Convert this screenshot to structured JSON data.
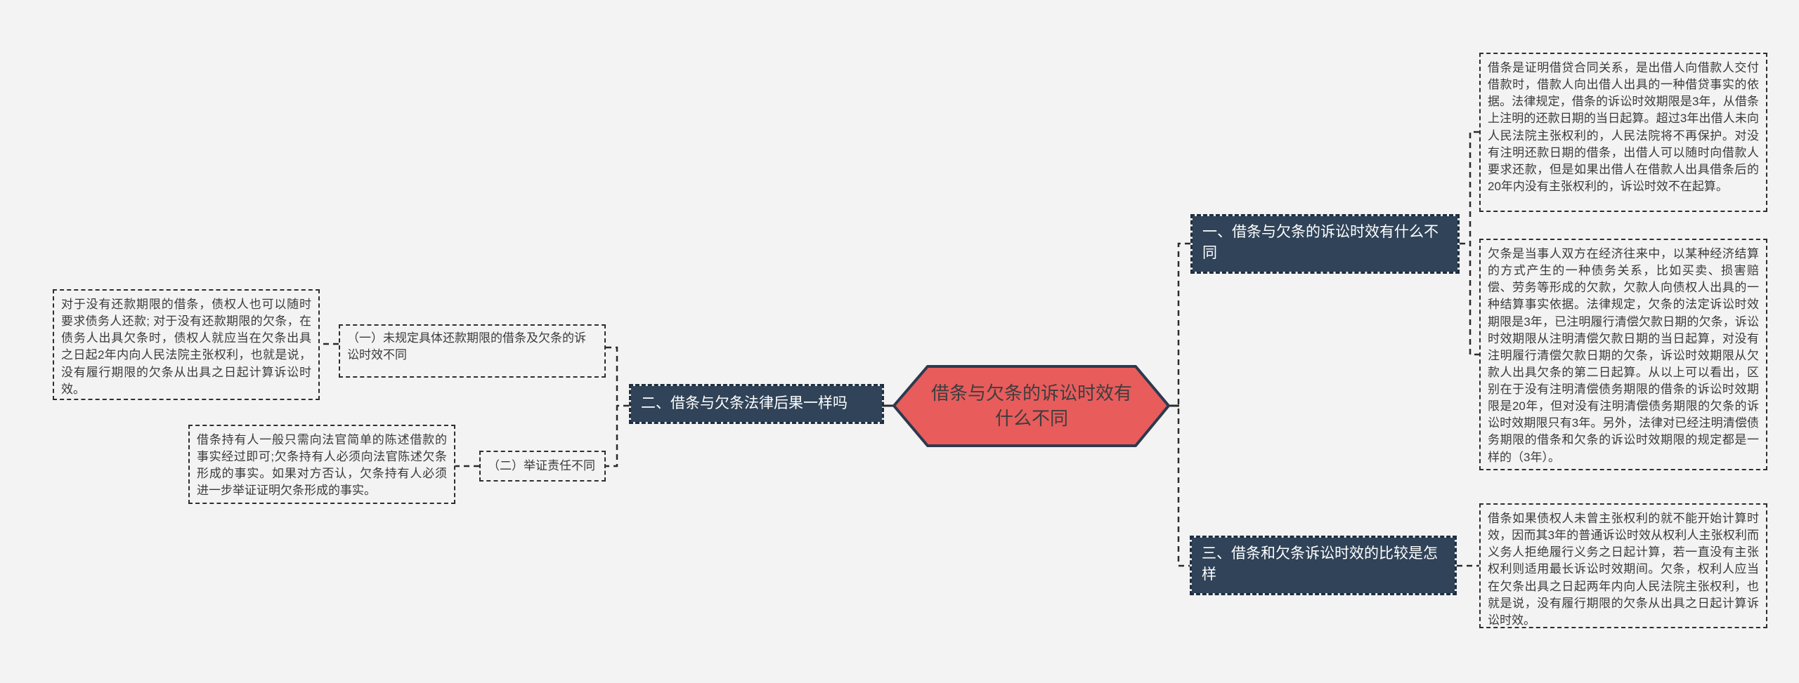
{
  "diagram": {
    "type": "mindmap",
    "center": {
      "title": "借条与欠条的诉讼时效有什么不同"
    },
    "left_branch": {
      "topic": "二、借条与欠条法律后果一样吗",
      "children": [
        {
          "label": "（一）未规定具体还款期限的借条及欠条的诉讼时效不同",
          "note": "对于没有还款期限的借条，债权人也可以随时要求债务人还款; 对于没有还款期限的欠条，在债务人出具欠条时，债权人就应当在欠条出具之日起2年内向人民法院主张权利，也就是说，没有履行期限的欠条从出具之日起计算诉讼时效。"
        },
        {
          "label": "（二）举证责任不同",
          "note": "借条持有人一般只需向法官简单的陈述借款的事实经过即可;欠条持有人必须向法官陈述欠条形成的事实。如果对方否认，欠条持有人必须进一步举证证明欠条形成的事实。"
        }
      ]
    },
    "right_branches": [
      {
        "topic": "一、借条与欠条的诉讼时效有什么不同",
        "notes": [
          "借条是证明借贷合同关系，是出借人向借款人交付借款时，借款人向出借人出具的一种借贷事实的依据。法律规定，借条的诉讼时效期限是3年，从借条上注明的还款日期的当日起算。超过3年出借人未向人民法院主张权利的，人民法院将不再保护。对没有注明还款日期的借条，出借人可以随时向借款人要求还款，但是如果出借人在借款人出具借条后的20年内没有主张权利的，诉讼时效不在起算。",
          "欠条是当事人双方在经济往来中，以某种经济结算的方式产生的一种债务关系，比如买卖、损害赔偿、劳务等形成的欠款，欠款人向债权人出具的一种结算事实依据。法律规定，欠条的法定诉讼时效期限是3年，已注明履行清偿欠款日期的欠条，诉讼时效期限从注明清偿欠款日期的当日起算，对没有注明履行清偿欠款日期的欠条，诉讼时效期限从欠款人出具欠条的第二日起算。从以上可以看出，区别在于没有注明清偿债务期限的借条的诉讼时效期限是20年，但对没有注明清偿债务期限的欠条的诉讼时效期限只有3年。另外，法律对已经注明清偿债务期限的借条和欠条的诉讼时效期限的规定都是一样的（3年）。"
        ]
      },
      {
        "topic": "三、借条和欠条诉讼时效的比较是怎样",
        "notes": [
          "借条如果债权人未曾主张权利的就不能开始计算时效，因而其3年的普通诉讼时效从权利人主张权利而义务人拒绝履行义务之日起计算，若一直没有主张权利则适用最长诉讼时效期间。欠条，权利人应当在欠条出具之日起两年内向人民法院主张权利，也就是说，没有履行期限的欠条从出具之日起计算诉讼时效。"
        ]
      }
    ],
    "colors": {
      "background": "#f3f3f4",
      "topic_fill": "#304358",
      "topic_text": "#ffffff",
      "center_fill": "#e85c5c",
      "center_border": "#2c3a4e",
      "connector": "#2b2b2b",
      "note_text": "#3a3a3a"
    }
  }
}
